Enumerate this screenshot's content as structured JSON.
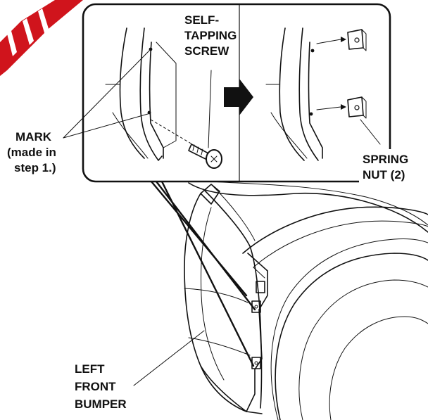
{
  "labels": {
    "screw_line1": "SELF-",
    "screw_line2": "TAPPING",
    "screw_line3": "SCREW",
    "mark_line1": "MARK",
    "mark_line2": "(made in",
    "mark_line3": "step 1.)",
    "nut_line1": "SPRING",
    "nut_line2": "NUT (2)",
    "bumper_line1": "LEFT",
    "bumper_line2": "FRONT",
    "bumper_line3": "BUMPER"
  },
  "colors": {
    "ink": "#111111",
    "watermark": "#d0141c",
    "background": "#ffffff"
  }
}
